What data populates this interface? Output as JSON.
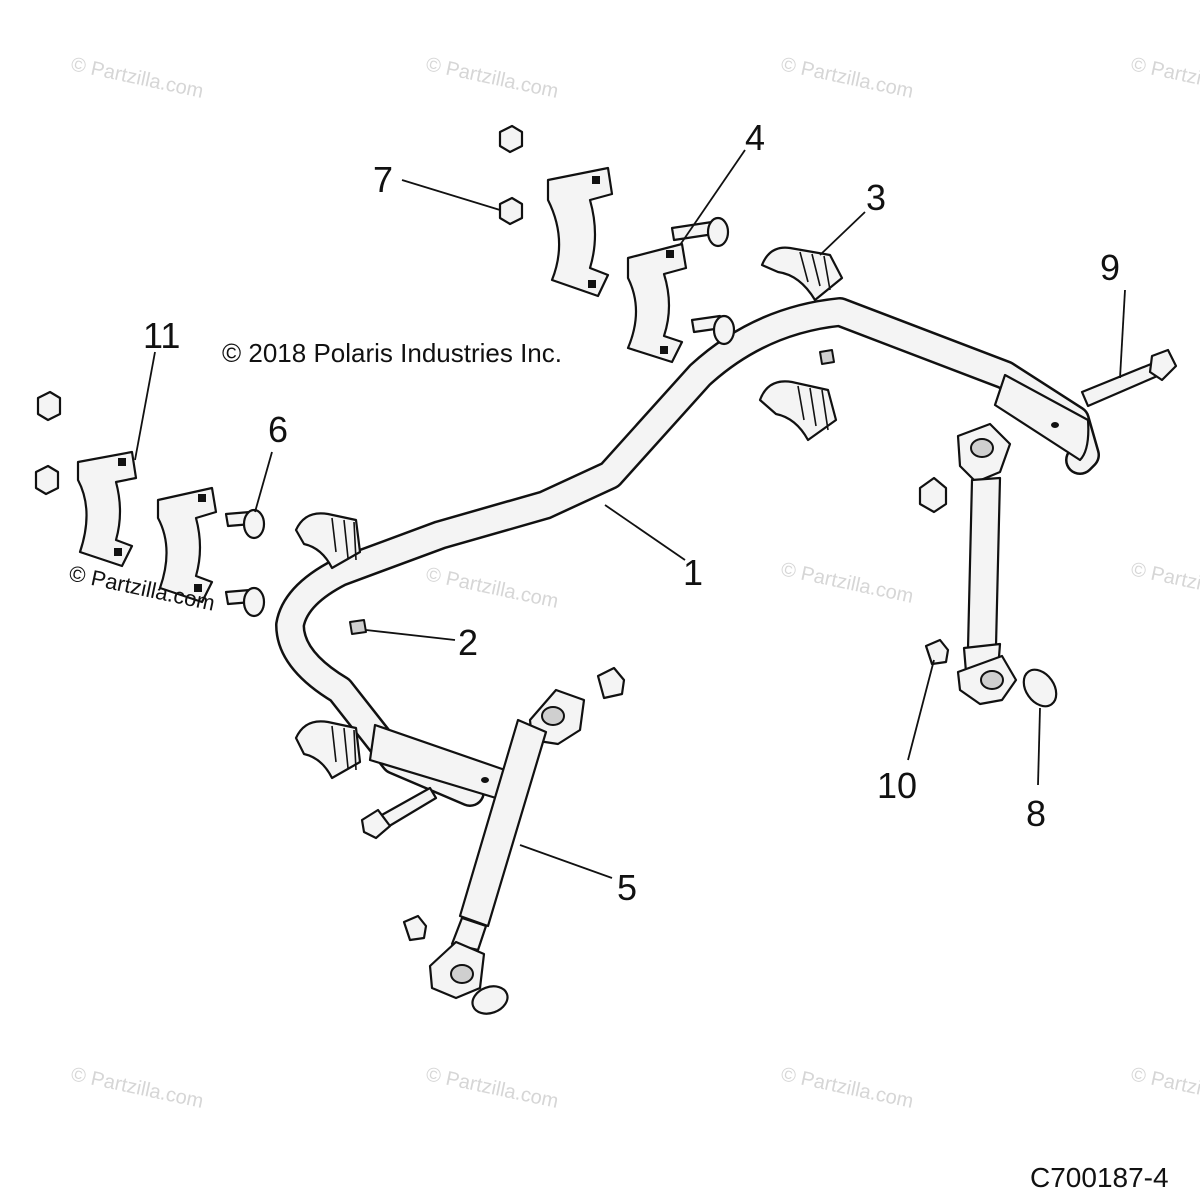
{
  "copyright": "© 2018 Polaris Industries Inc.",
  "credit": "© Partzilla.com",
  "figure_code": "C700187-4",
  "watermark": "© Partzilla.com",
  "callouts": [
    "1",
    "2",
    "3",
    "4",
    "5",
    "6",
    "7",
    "8",
    "9",
    "10",
    "11"
  ]
}
